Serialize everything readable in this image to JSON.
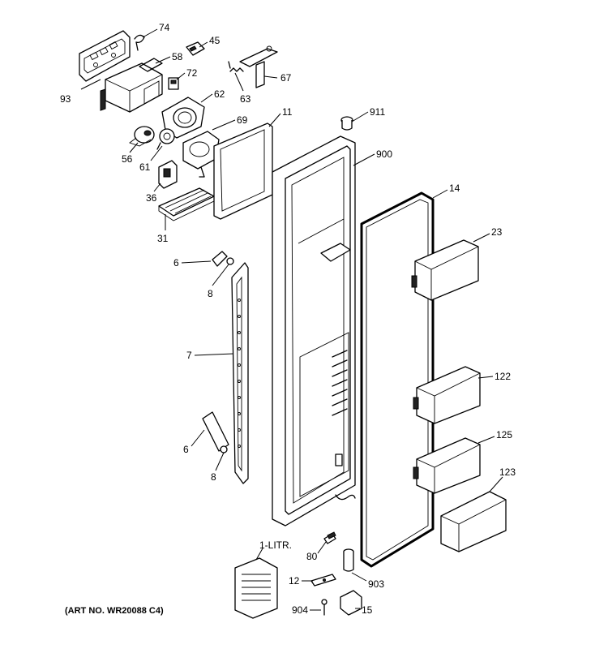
{
  "diagram": {
    "art_number": "(ART NO. WR20088 C4)",
    "callouts": {
      "p74": "74",
      "p45": "45",
      "p58": "58",
      "p93": "93",
      "p72": "72",
      "p62": "62",
      "p67": "67",
      "p63": "63",
      "p11": "11",
      "p911": "911",
      "p69": "69",
      "p56": "56",
      "p61": "61",
      "p36": "36",
      "p31": "31",
      "p900": "900",
      "p14": "14",
      "p23": "23",
      "p6a": "6",
      "p8a": "8",
      "p7": "7",
      "p122": "122",
      "p6b": "6",
      "p8b": "8",
      "p125": "125",
      "p123": "123",
      "p1litr": "1-LITR.",
      "p80": "80",
      "p12": "12",
      "p903": "903",
      "p904": "904",
      "p15": "15"
    }
  }
}
